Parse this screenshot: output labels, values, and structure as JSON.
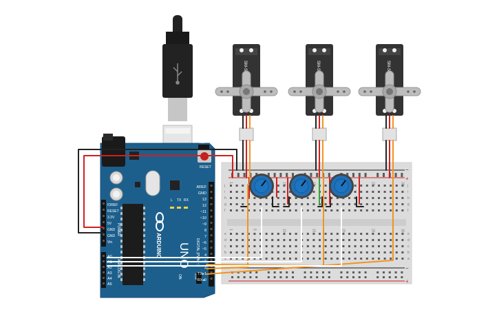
{
  "board": {
    "brand": "ARDUINO",
    "model": "UNO",
    "reset_label": "RESET",
    "on_label": "ON",
    "icsp_label": "ICSP",
    "icsp_label_2": "ICSP",
    "digital_label": "DIGITAL (PWM ~)",
    "power_label": "POWER",
    "analog_label": "ANALOG IN",
    "tx_label": "TX",
    "rx_label": "RX",
    "l_label": "L",
    "header_right": [
      "AREF",
      "GND",
      "13",
      "12",
      "~11",
      "~10",
      "~9",
      "8",
      "7",
      "~6",
      "~5",
      "4",
      "~3",
      "2",
      "TX▸1",
      "RX◂0"
    ],
    "header_power": [
      "IOREF",
      "RESET",
      "3.3V",
      "5V",
      "GND",
      "GND",
      "Vin"
    ],
    "header_analog": [
      "A0",
      "A1",
      "A2",
      "A3",
      "A4",
      "A5"
    ]
  },
  "servos": [
    {
      "model": "SM-S2309S"
    },
    {
      "model": "SM-S2309S"
    },
    {
      "model": "SM-S2309S"
    }
  ],
  "breadboard": {
    "row_letters_top": [
      "j",
      "i",
      "h",
      "g",
      "f"
    ],
    "row_letters_bottom": [
      "e",
      "d",
      "c",
      "b",
      "a"
    ],
    "col_numbers": [
      "1",
      "5",
      "10",
      "15",
      "20",
      "25",
      "30"
    ],
    "plus": "+",
    "minus": "−"
  },
  "colors": {
    "board": "#1d5f8c",
    "wire_orange": "#f29321",
    "wire_red": "#d11f1f",
    "wire_black": "#222222",
    "wire_white": "#ffffff",
    "wire_green": "#3aa63a",
    "pot": "#1d74c0",
    "servo_body": "#333333"
  }
}
